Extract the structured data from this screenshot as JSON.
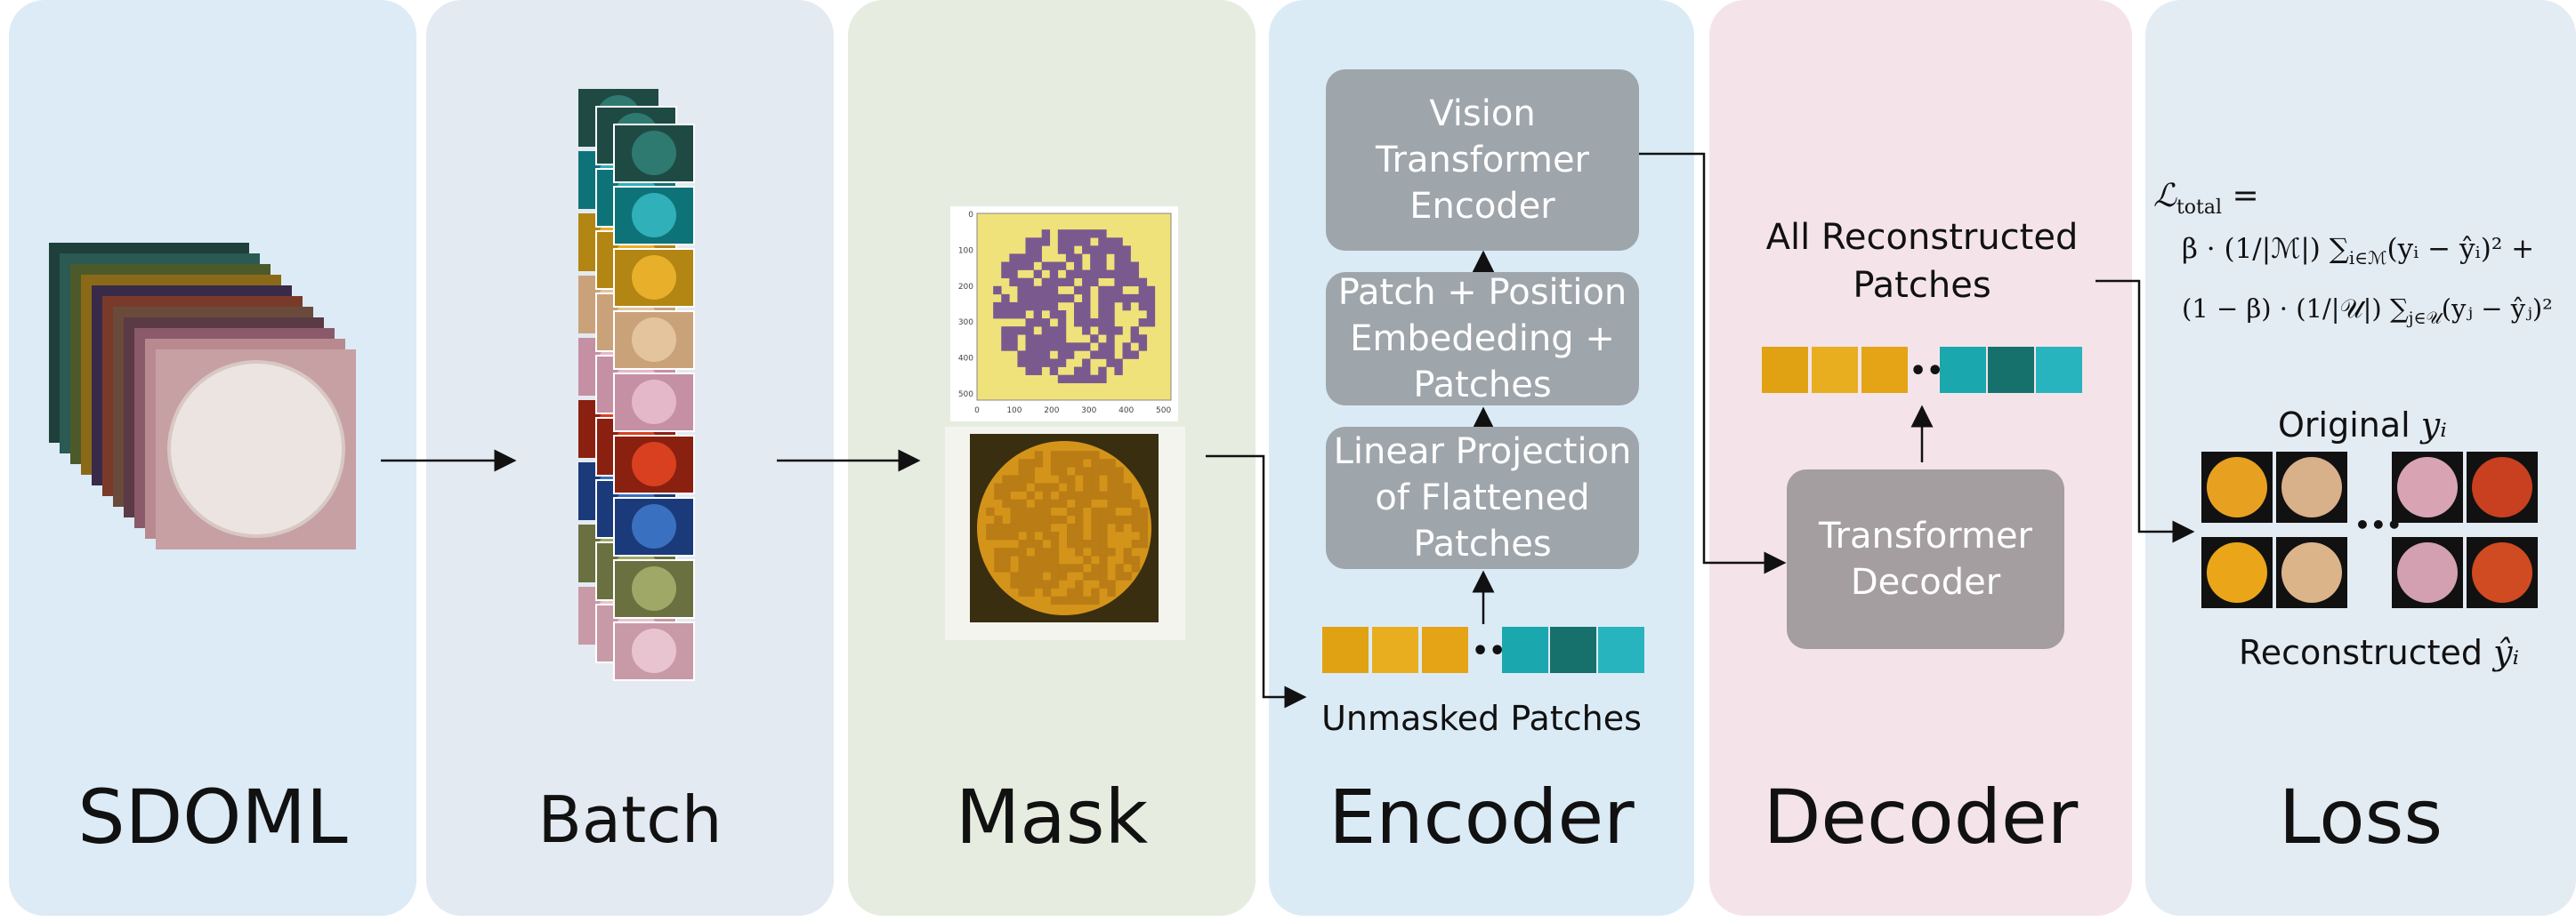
{
  "panels": {
    "sdoml": {
      "title": "SDOML",
      "color": "#dcebf5"
    },
    "batch": {
      "title": "Batch",
      "color": "#e3eaf1"
    },
    "mask": {
      "title": "Mask",
      "color": "#e6ecdf"
    },
    "encoder": {
      "title": "Encoder",
      "color": "#dbebf6"
    },
    "decoder": {
      "title": "Decoder",
      "color": "#f4e4e9"
    },
    "loss": {
      "title": "Loss",
      "color": "#e3ebf3"
    }
  },
  "mask_plot": {
    "x_ticks": [
      "0",
      "100",
      "200",
      "300",
      "400",
      "500"
    ],
    "y_ticks": [
      "0",
      "100",
      "200",
      "300",
      "400",
      "500"
    ]
  },
  "encoder": {
    "vit": [
      "Vision",
      "Transformer",
      "Encoder"
    ],
    "embed": [
      "Patch + Position",
      "Embededing +",
      "Patches"
    ],
    "linear": [
      "Linear Projection",
      "of Flattened",
      "Patches"
    ],
    "unmasked_label": "Unmasked Patches"
  },
  "decoder": {
    "all_recon": [
      "All Reconstructed",
      "Patches"
    ],
    "transformer": [
      "Transformer",
      "Decoder"
    ]
  },
  "loss": {
    "lhs": "ℒ",
    "lhs_sub": "total",
    "lhs_eq": "=",
    "line1": "β · (1/|ℳ|) ∑",
    "line1_sub": "i∈ℳ",
    "line1_rest": "(yᵢ − ŷᵢ)² +",
    "line2": "(1 − β) · (1/|𝒰|) ∑",
    "line2_sub": "j∈𝒰",
    "line2_rest": "(yⱼ − ŷⱼ)²",
    "original_label": "Original",
    "original_var": "yᵢ",
    "recon_label": "Reconstructed",
    "recon_var": "ŷᵢ"
  },
  "patch_colors": {
    "yellow": [
      "#e0a113",
      "#e8ae20",
      "#e5a415"
    ],
    "teal": [
      "#1aa7ad",
      "#16716d",
      "#28b4be"
    ]
  }
}
